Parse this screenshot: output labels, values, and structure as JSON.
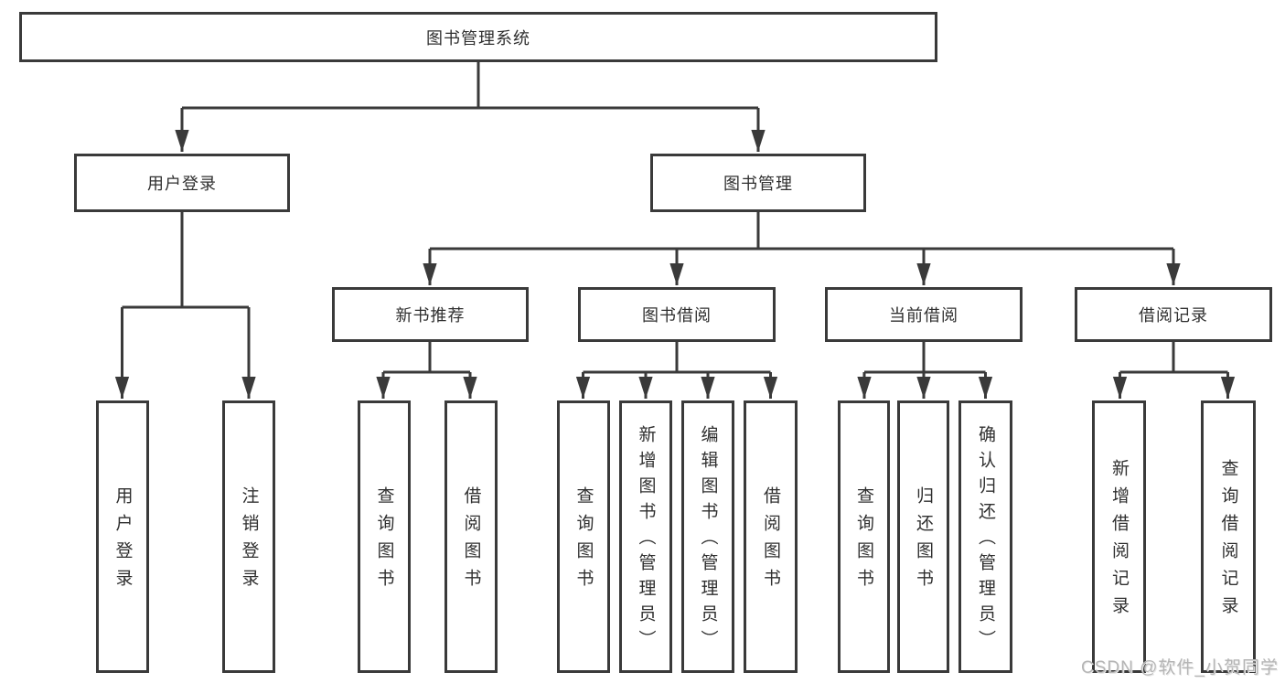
{
  "tree": {
    "root": {
      "label": "图书管理系统",
      "children": [
        {
          "label": "用户登录",
          "children": [
            {
              "label": "用户登录"
            },
            {
              "label": "注销登录"
            }
          ]
        },
        {
          "label": "图书管理",
          "children": [
            {
              "label": "新书推荐",
              "children": [
                {
                  "label": "查询图书"
                },
                {
                  "label": "借阅图书"
                }
              ]
            },
            {
              "label": "图书借阅",
              "children": [
                {
                  "label": "查询图书"
                },
                {
                  "label": "新增图书（管理员）"
                },
                {
                  "label": "编辑图书（管理员）"
                },
                {
                  "label": "借阅图书"
                }
              ]
            },
            {
              "label": "当前借阅",
              "children": [
                {
                  "label": "查询图书"
                },
                {
                  "label": "归还图书"
                },
                {
                  "label": "确认归还（管理员）"
                }
              ]
            },
            {
              "label": "借阅记录",
              "children": [
                {
                  "label": "新增借阅记录"
                },
                {
                  "label": "查询借阅记录"
                }
              ]
            }
          ]
        }
      ]
    }
  },
  "watermark": {
    "text": "CSDN @软件_小贺同学"
  },
  "colors": {
    "line": "#3a3a3a",
    "text": "#2f2f2f",
    "background": "#ffffff",
    "watermark": "#b5b5b5"
  }
}
